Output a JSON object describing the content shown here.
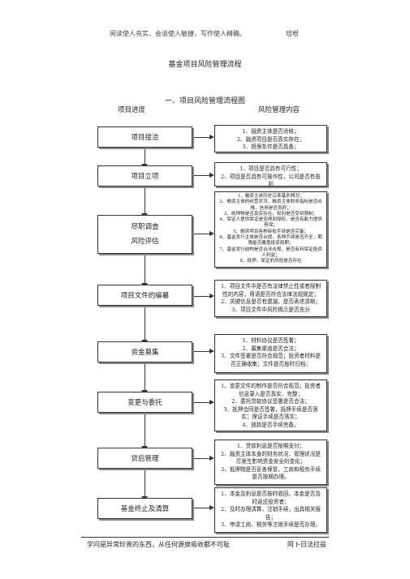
{
  "header": {
    "left": "阅读使人充实，会谈使人敏捷，写作使人精确。",
    "right": "培根"
  },
  "title": "基金项目风险管理流程",
  "section_title": "一、项目风险管理流程图",
  "columns": {
    "left": "项目进度",
    "right": "风险管理内容"
  },
  "stages": [
    {
      "lines": [
        "项目接洽"
      ],
      "content": [
        "1、融资主体是否适格；",
        "2、融资项目是否真实存在；",
        "3、担保条件是否具备；"
      ]
    },
    {
      "lines": [
        "项目立项"
      ],
      "content": [
        "1、项目是否具有可行性；",
        "2、项目是否具有可操作性，公司是否有盈利"
      ]
    },
    {
      "lines": [
        "尽职调查",
        "风险评估"
      ],
      "content": [
        "1、融资主体历史沿革基本情况；",
        "2、融资主体的经营状况，融资主体财务指标是否合格，信用是否良好；",
        "3、抵押物是否真实存在，权利是否受到限制；",
        "4、保证人提供保证是否得到授权，是否有能力提供担保；",
        "5、融资项目各种审批手续是否完备；",
        "6、基金发行主体是否合规，各种手续是否齐全，期限能否覆盖投资周期；",
        "7、基金发行结构是否合法合规，是否有利保证投资人利益；",
        "8、抵押、保证的风险是否存在"
      ]
    },
    {
      "lines": [
        "项目文件的编纂"
      ],
      "content": [
        "1、项目文件中是否有法律禁止性或者限制性的内容，用语是否符合法律法规规定；",
        "2、关键信息是否有遗漏，是否表述清晰；",
        "3、项目文件中风险揭示是否充分"
      ]
    },
    {
      "lines": [
        "资金募集"
      ],
      "content": [
        "1、材料协议是否签署；",
        "2、募集渠道是否合法；",
        "3、文件签署是否符合规范；投资者材料是否正确收集；文件是否按时归档；"
      ]
    },
    {
      "lines": [
        "变更与委托"
      ],
      "content": [
        "1、变更文件的制作是否符合规范；投资者信息录入是否真实、完整；",
        "2、委托贷款协议签署是否合法；",
        "3、抵押合同是否签署，抵押手续是否落实；保证手续是否落实；",
        "4、放款是否手续完备。"
      ]
    },
    {
      "lines": [
        "贷后管理"
      ],
      "content": [
        "1、贷款利息是否按期支付；",
        "2、融资主体本身的财务状况、管理状况是否发生影响资金安全的变化；",
        "3、抵押物是否妥善保管，工商和税务手续是否按期办理。"
      ]
    },
    {
      "lines": [
        "基金终止及清算"
      ],
      "content": [
        "1、本金及利息是否按时收回，本金是否及时返还投资者；",
        "2、及时办理清算，注销手续，出具相关报告；",
        "3、申请工商、税务等注销手续是否办理。"
      ]
    }
  ],
  "footer": {
    "left": "学问是异常珍贵的东西，从任何源泉吸收都不可耻",
    "right": "阿卜日法拉兹"
  }
}
